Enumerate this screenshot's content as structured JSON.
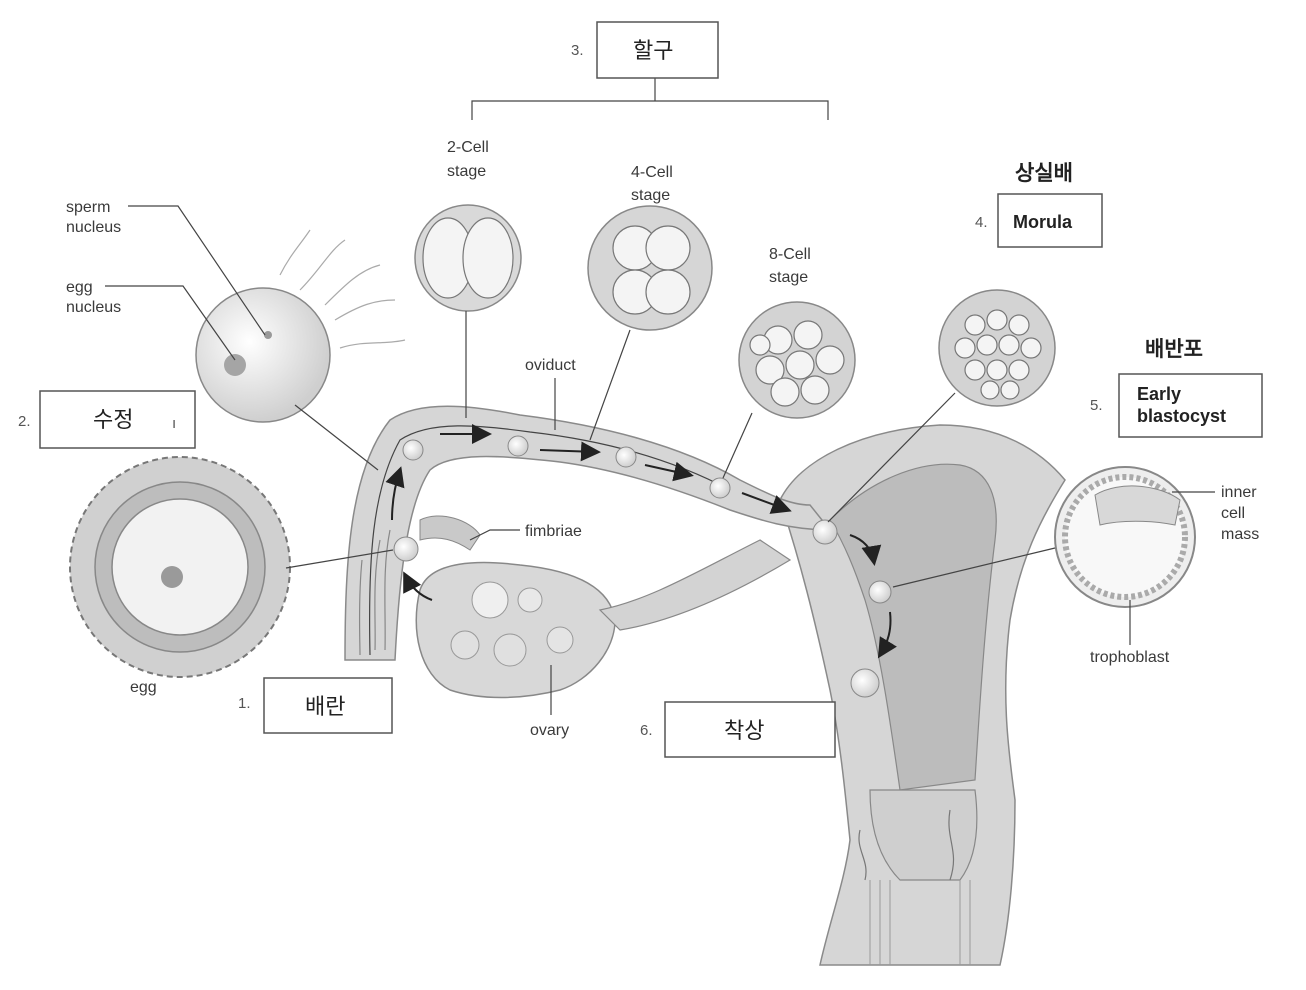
{
  "labels": {
    "sperm_nucleus": [
      "sperm",
      "nucleus"
    ],
    "egg_nucleus": [
      "egg",
      "nucleus"
    ],
    "egg": "egg",
    "two_cell": [
      "2-Cell",
      "stage"
    ],
    "four_cell": [
      "4-Cell",
      "stage"
    ],
    "eight_cell": [
      "8-Cell",
      "stage"
    ],
    "oviduct": "oviduct",
    "fimbriae": "fimbriae",
    "ovary": "ovary",
    "inner_cell_mass": [
      "inner",
      "cell",
      "mass"
    ],
    "trophoblast": "trophoblast"
  },
  "answer_boxes": {
    "ovulation": {
      "number": "1.",
      "text": "배란"
    },
    "fertilization": {
      "number": "2.",
      "text": "수정",
      "mark": "ı"
    },
    "cleavage": {
      "number": "3.",
      "text": "할구"
    },
    "morula": {
      "number": "4.",
      "text": "Morula",
      "heading": "상실배"
    },
    "blastocyst": {
      "number": "5.",
      "text": [
        "Early",
        "blastocyst"
      ],
      "heading": "배반포"
    },
    "implantation": {
      "number": "6.",
      "text": "착상"
    }
  }
}
